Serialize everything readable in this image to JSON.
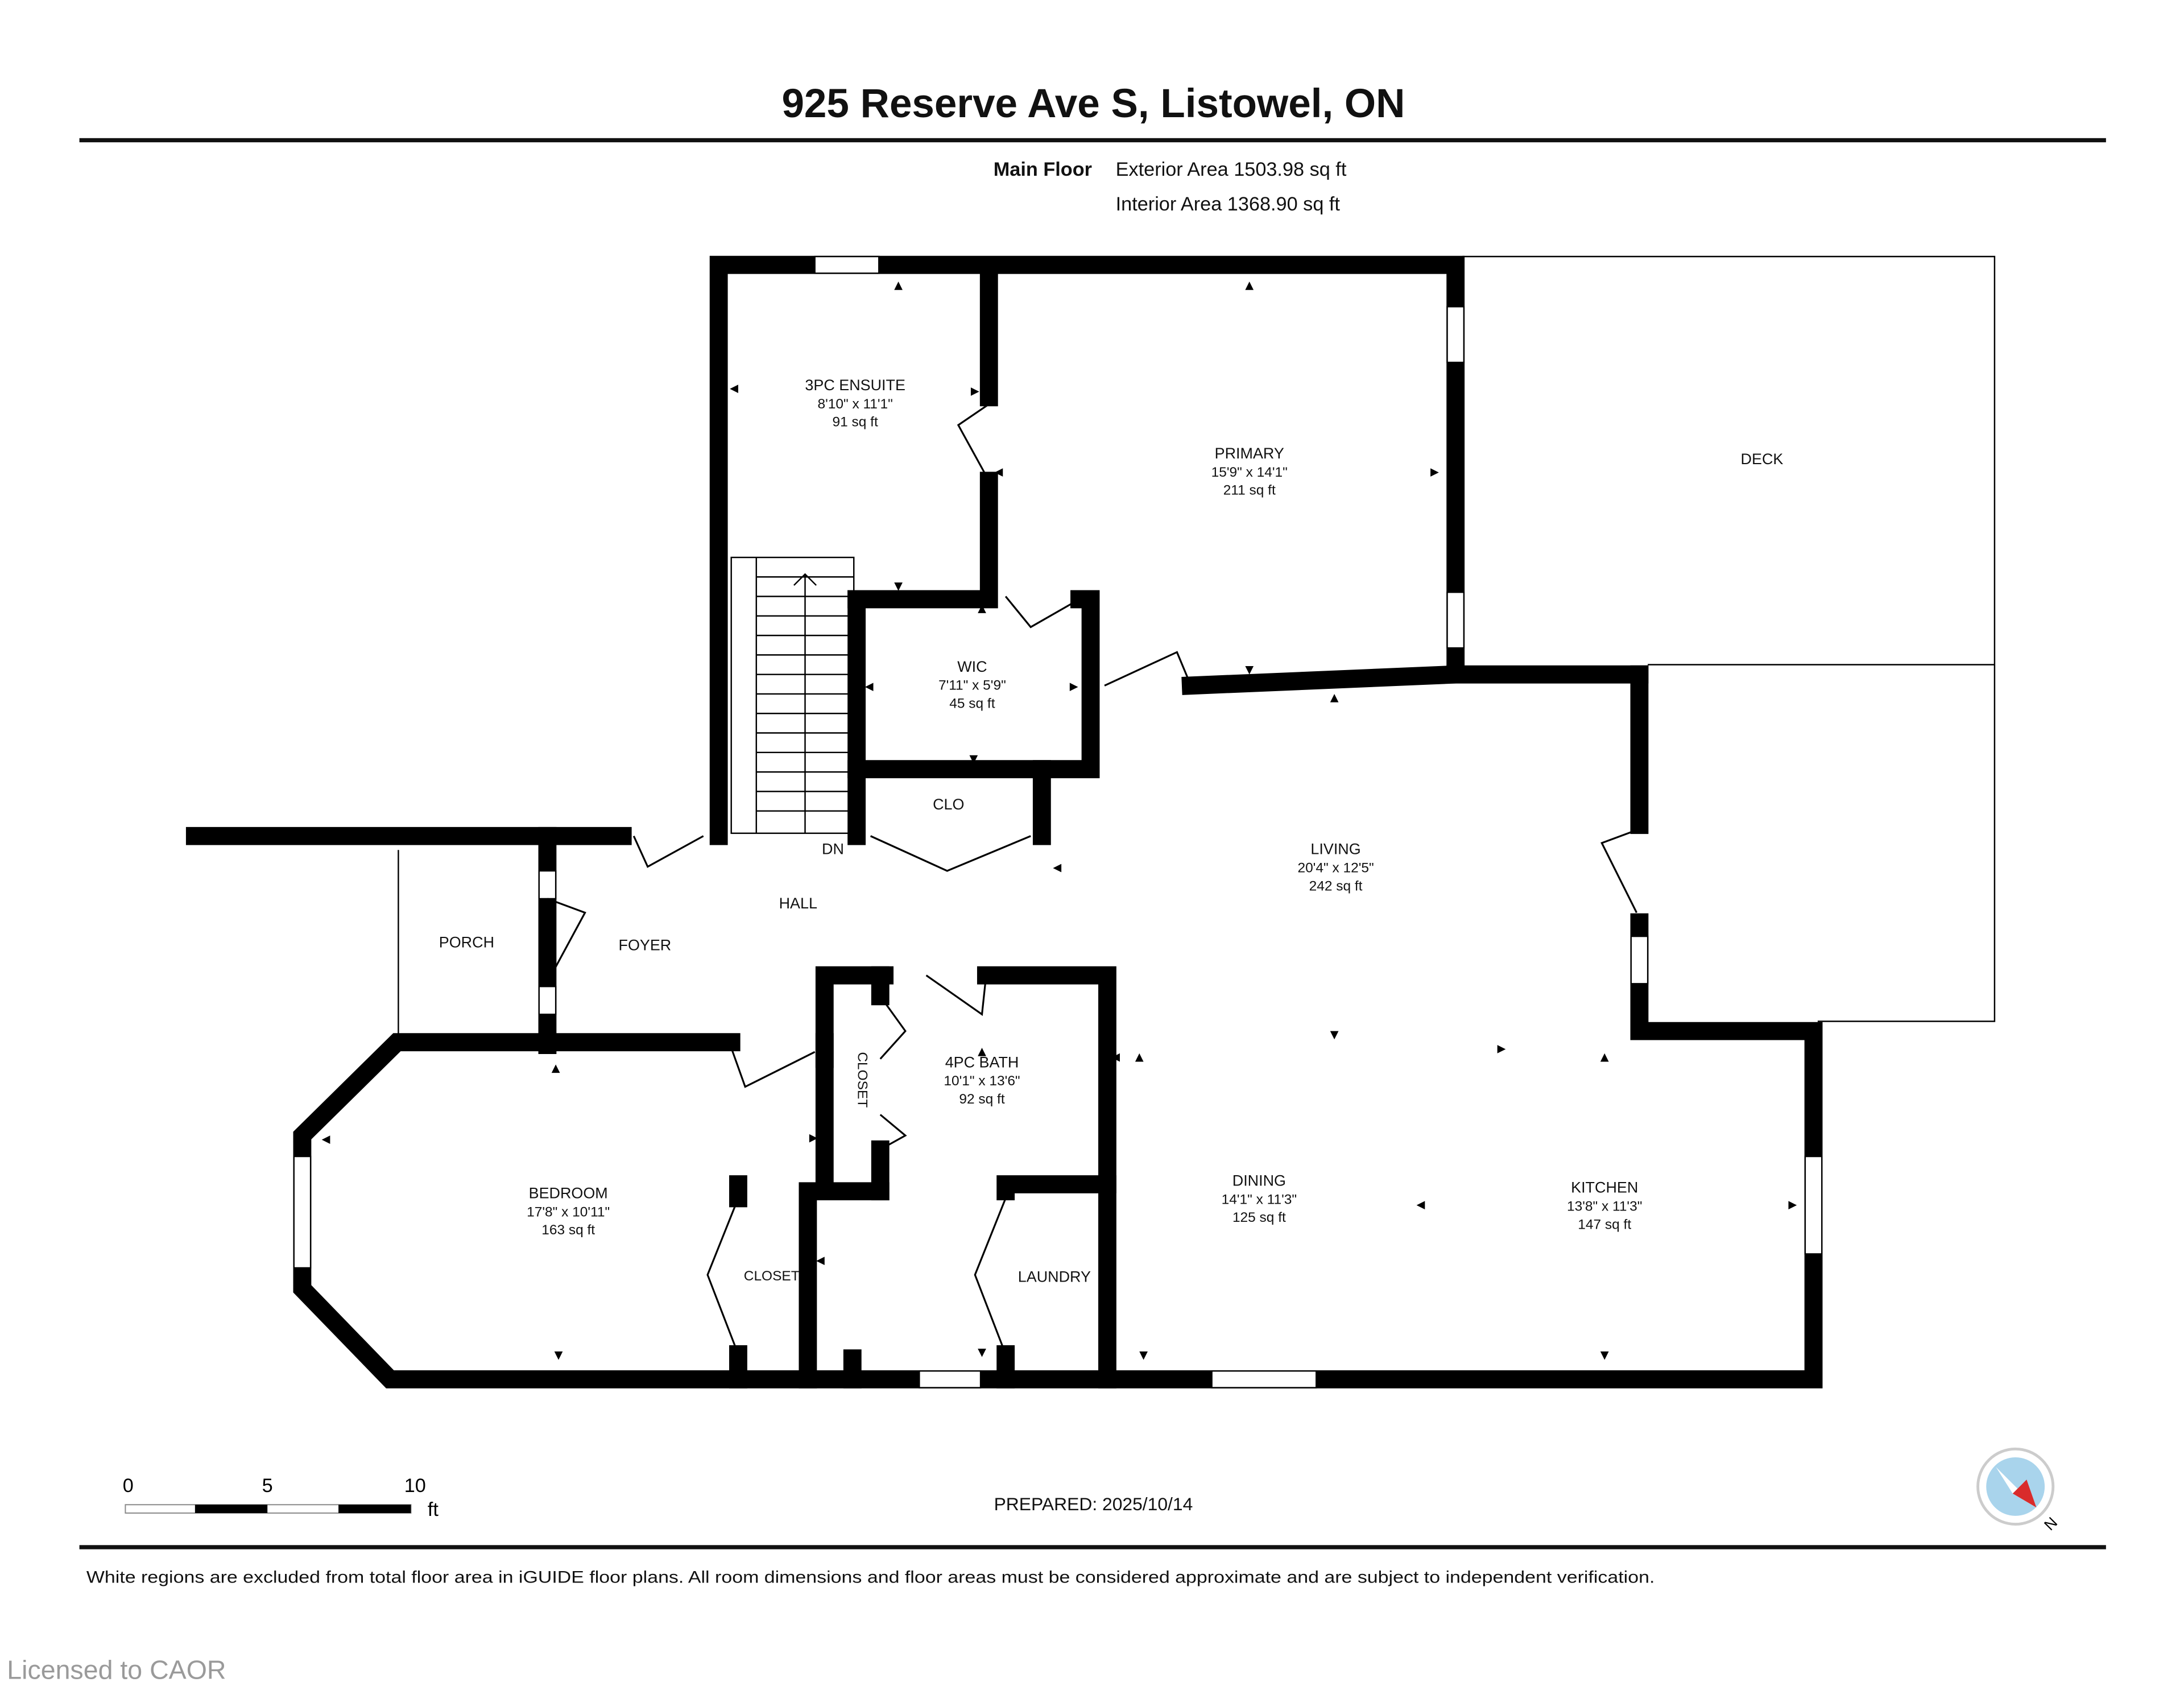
{
  "title": "925 Reserve Ave S, Listowel, ON",
  "floor": {
    "name": "Main Floor",
    "exterior_area": "Exterior Area 1503.98 sq ft",
    "interior_area": "Interior Area 1368.90 sq ft"
  },
  "rooms": {
    "ensuite": {
      "name": "3PC ENSUITE",
      "dims": "8'10\" x 11'1\"",
      "area": "91 sq ft"
    },
    "primary": {
      "name": "PRIMARY",
      "dims": "15'9\" x 14'1\"",
      "area": "211 sq ft"
    },
    "wic": {
      "name": "WIC",
      "dims": "7'11\" x 5'9\"",
      "area": "45 sq ft"
    },
    "living": {
      "name": "LIVING",
      "dims": "20'4\" x 12'5\"",
      "area": "242 sq ft"
    },
    "bath": {
      "name": "4PC BATH",
      "dims": "10'1\" x 13'6\"",
      "area": "92 sq ft"
    },
    "bedroom": {
      "name": "BEDROOM",
      "dims": "17'8\" x 10'11\"",
      "area": "163 sq ft"
    },
    "dining": {
      "name": "DINING",
      "dims": "14'1\" x 11'3\"",
      "area": "125 sq ft"
    },
    "kitchen": {
      "name": "KITCHEN",
      "dims": "13'8\" x 11'3\"",
      "area": "147 sq ft"
    }
  },
  "labels": {
    "deck": "DECK",
    "clo": "CLO",
    "dn": "DN",
    "hall": "HALL",
    "porch": "PORCH",
    "foyer": "FOYER",
    "closet_vertical": "CLOSET",
    "closet_bedroom": "CLOSET",
    "laundry": "LAUNDRY"
  },
  "scale": {
    "ticks": [
      "0",
      "5",
      "10"
    ],
    "unit": "ft"
  },
  "prepared": "PREPARED: 2025/10/14",
  "compass_label": "N",
  "disclaimer": "White regions are excluded from total floor area in iGUIDE floor plans. All room dimensions and floor areas must be considered approximate and are subject to independent verification.",
  "watermark": "Licensed to CAOR",
  "colors": {
    "compass_ring": "#a9d4ec",
    "compass_needle": "#d92b2b"
  }
}
